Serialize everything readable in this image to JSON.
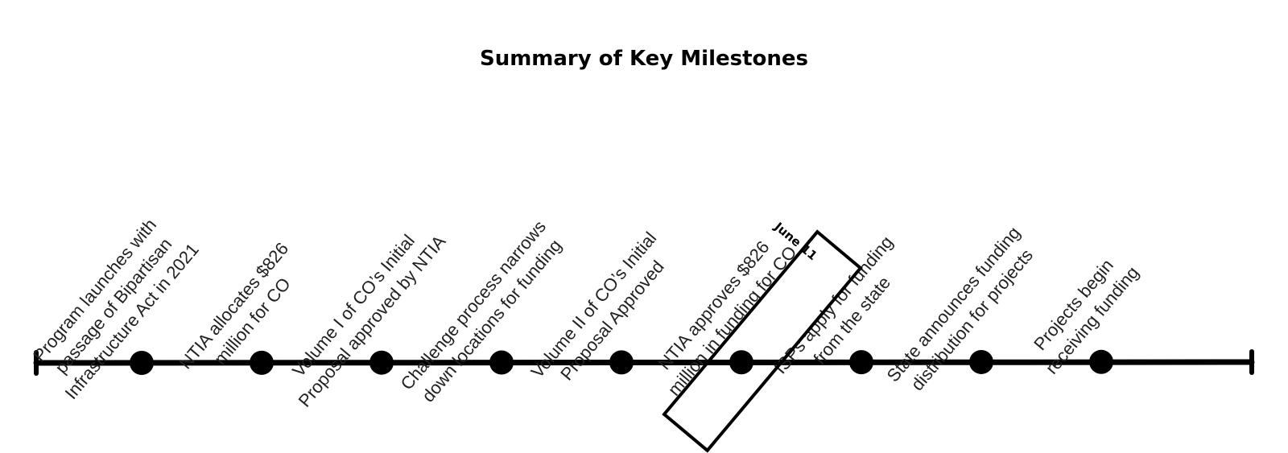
{
  "title": "Summary of Key Milestones",
  "milestones": [
    {
      "lines": "Program launches with\npassage of Bipartisan\nInfrastructure Act in 2021"
    },
    {
      "lines": "NTIA allocates $826\nmillion for CO"
    },
    {
      "lines": "Volume I of CO’s Initial\nProposal approved by NTIA"
    },
    {
      "lines": "Challenge process narrows\ndown locations for funding"
    },
    {
      "lines": "Volume II of CO’s Initial\nProposal Approved"
    },
    {
      "lines": "NTIA approves $826\nmillion in funding for CO",
      "highlighted": true,
      "date": "June 11"
    },
    {
      "lines": "ISPs apply for funding\nfrom the state"
    },
    {
      "lines": "State announces funding\ndistribution for projects"
    },
    {
      "lines": "Projects begin\nreceiving funding"
    }
  ]
}
